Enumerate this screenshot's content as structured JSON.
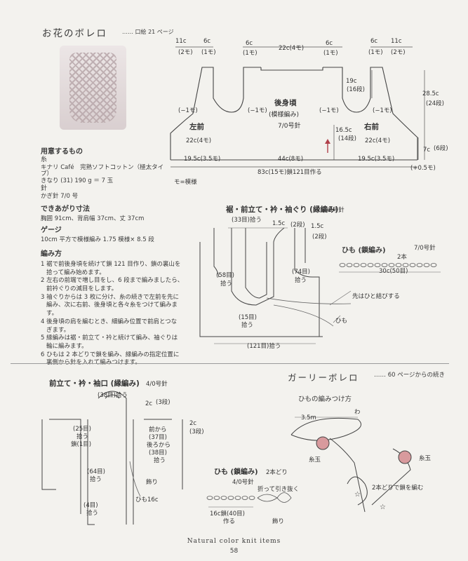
{
  "title": {
    "main": "お花のボレロ",
    "ref": "…… 口絵 21 ページ"
  },
  "diagram1": {
    "d11l": "11c",
    "d11l_m": "(2モ)",
    "d6l": "6c",
    "d6l_m": "(1モ)",
    "d6a": "6c",
    "d6a_m": "(1モ)",
    "d22": "22c(4モ)",
    "d6b": "6c",
    "d6b_m": "(1モ)",
    "d6r": "6c",
    "d6r_m": "(1モ)",
    "d11r": "11c",
    "d11r_m": "(2モ)",
    "back_name": "後身頃",
    "back_pattern": "(模様編み)",
    "back_needle": "7/0号針",
    "left_front": "左前",
    "right_front": "右前",
    "dec1": "(−1モ)",
    "dec2": "(−1モ)",
    "dec3": "(−1モ)",
    "dec4": "(−1モ)",
    "h19": "19c",
    "h19_m": "(16段)",
    "h285": "28.5c",
    "h285_m": "(24段)",
    "h165": "16.5c",
    "h165_m": "(14段)",
    "h7": "7c",
    "h7_m": "(6段)",
    "w22l": "22c(4モ)",
    "w22r": "22c(4モ)",
    "w195l": "19.5c(3.5モ)",
    "w44": "44c(8モ)",
    "w195r": "19.5c(3.5モ)",
    "total": "83c(15モ)鎖121目作る",
    "plus": "(+0.5モ)",
    "legend": "モ=模様"
  },
  "materials": {
    "heading": "用意するもの",
    "yarn_label": "糸",
    "yarn": "キナリ Café　完熟ソフトコットン（極太タイプ）",
    "color": "きなり (31) 190 g ＝ 7 玉",
    "needle_label": "針",
    "needle": "かぎ針 7/0 号"
  },
  "size": {
    "heading": "できあがり寸法",
    "value": "胸囲 91cm、背肩幅 37cm、丈 37cm"
  },
  "gauge": {
    "heading": "ゲージ",
    "value": "10cm 平方で模様編み 1.75 模様× 8.5 段"
  },
  "method": {
    "heading": "編み方",
    "l1": "1 裾で前後身頃を続けて鎖 121 目作り、鎖の裏山を",
    "l2": "拾って編み始めます。",
    "l3": "2 左右の前端で増し目をし、6 段まで編みましたら、",
    "l4": "前衿ぐりの減目をします。",
    "l5": "3 袖ぐりからは 3 枚に分け、糸の続きで左前を先に",
    "l6": "編み、次に右前、後身頃と各々糸をつけて編みます。",
    "l7": "4 後身頃の肩を編むとき、細編み位置で前肩とつな",
    "l8": "ぎます。",
    "l9": "5 縁編みは裾・前立て・衿と続けて編み、袖ぐりは",
    "l10": "輪に編みます。",
    "l11": "6 ひもは 2 本どりで鎖を編み、縁編みの指定位置に",
    "l12": "裏側から針を入れて編みつけます。"
  },
  "diagram2": {
    "title": "裾・前立て・衿・袖ぐり (縁編み)",
    "needle": "7/0号針",
    "p33": "(33目)拾う",
    "r15a": "1.5c",
    "r15a_m": "(2段)",
    "r15b": "1.5c",
    "r15b_m": "(2段)",
    "p58": "(58目)",
    "p58b": "拾う",
    "p74": "(74目)",
    "p74b": "拾う",
    "p15": "(15目)",
    "p15b": "拾う",
    "p121": "(121目)拾う",
    "tip": "先はひと結びする",
    "himo": "ひも"
  },
  "cord1": {
    "title": "ひも (鎖編み)",
    "needle": "7/0号針",
    "count": "2本",
    "len": "30c(50目)"
  },
  "gary": {
    "title": "ガーリーボレロ",
    "cont": "…… 60 ページからの続き",
    "attach": "ひもの編みつけ方",
    "len": "3.5m",
    "wa": "わ",
    "ball1": "糸玉",
    "ball2": "糸玉",
    "double": "2本どりで鎖を編む"
  },
  "diagram3": {
    "title": "前立て・衿・袖口 (縁編み)",
    "needle": "4/0号針",
    "p38": "(38目)拾う",
    "r2a": "2c",
    "r2a_m": "(3段)",
    "r2b": "2c",
    "r2b_m": "(3段)",
    "p25": "(25目)",
    "p25b": "拾う",
    "chain": "鎖(1目)",
    "front": "前から",
    "p37": "(37目)",
    "back": "後ろから",
    "p38b": "(38目)",
    "p38c": "拾う",
    "p64": "(64目)",
    "p64b": "拾う",
    "p4": "(4目)",
    "p4b": "拾う",
    "deco": "飾り",
    "himo16": "ひも16c"
  },
  "cord2": {
    "title": "ひも (鎖編み)",
    "count": "2本どり",
    "needle": "4/0号針",
    "pull": "折って引き抜く",
    "len": "16c鎖(40目)",
    "make": "作る",
    "deco": "飾り"
  },
  "footer": {
    "book": "Natural color knit items",
    "page": "58"
  }
}
